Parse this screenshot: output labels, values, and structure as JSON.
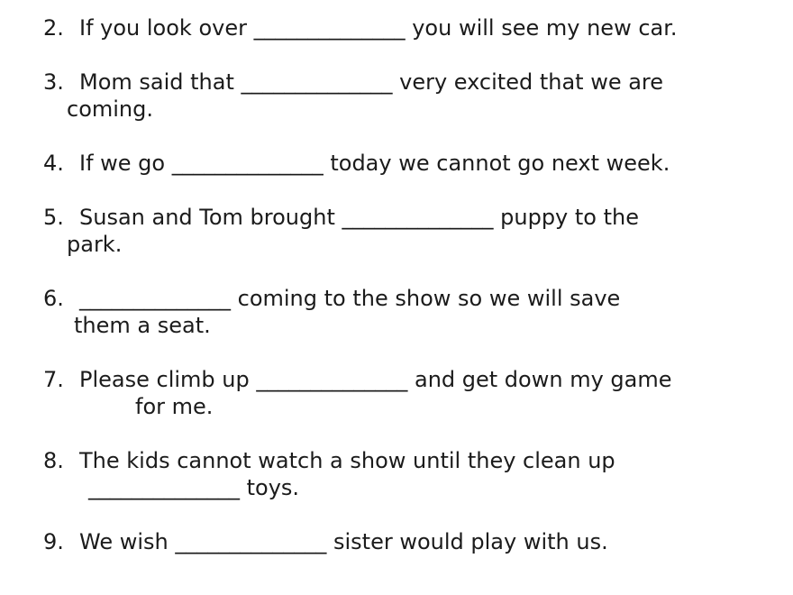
{
  "colors": {
    "text": "#1b1b1b",
    "background": "#ffffff"
  },
  "worksheet": {
    "type": "fill-in-the-blank exercise",
    "items": [
      {
        "number": "2.",
        "line1": "If you look over ______________ you will see my new car.",
        "line2": ""
      },
      {
        "number": "3.",
        "line1": "Mom said that ______________ very excited that we are",
        "line2": "coming."
      },
      {
        "number": "4.",
        "line1": "If we go ______________ today we cannot go next week.",
        "line2": ""
      },
      {
        "number": "5.",
        "line1": "Susan and Tom brought ______________ puppy to the",
        "line2": "park."
      },
      {
        "number": "6.",
        "line1": "______________ coming to the show so we will save",
        "line2": "them a seat."
      },
      {
        "number": "7.",
        "line1": "Please climb up ______________ and get down my game",
        "line2": "for me."
      },
      {
        "number": "8.",
        "line1": "The kids cannot watch a show until they clean up",
        "line2": "______________ toys."
      },
      {
        "number": "9.",
        "line1": "We wish ______________ sister would play with us.",
        "line2": ""
      }
    ]
  }
}
